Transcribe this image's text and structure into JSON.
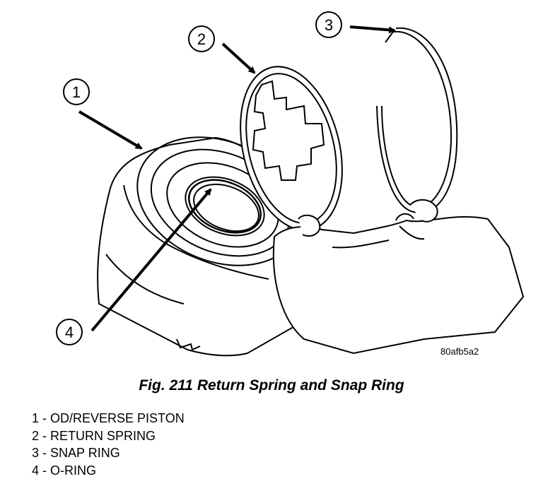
{
  "figure": {
    "caption": "Fig. 211 Return Spring and Snap Ring",
    "image_code": "80afb5a2"
  },
  "callouts": [
    {
      "number": "1"
    },
    {
      "number": "2"
    },
    {
      "number": "3"
    },
    {
      "number": "4"
    }
  ],
  "legend": [
    "1 - OD/REVERSE PISTON",
    "2 - RETURN SPRING",
    "3 - SNAP RING",
    "4 - O-RING"
  ]
}
